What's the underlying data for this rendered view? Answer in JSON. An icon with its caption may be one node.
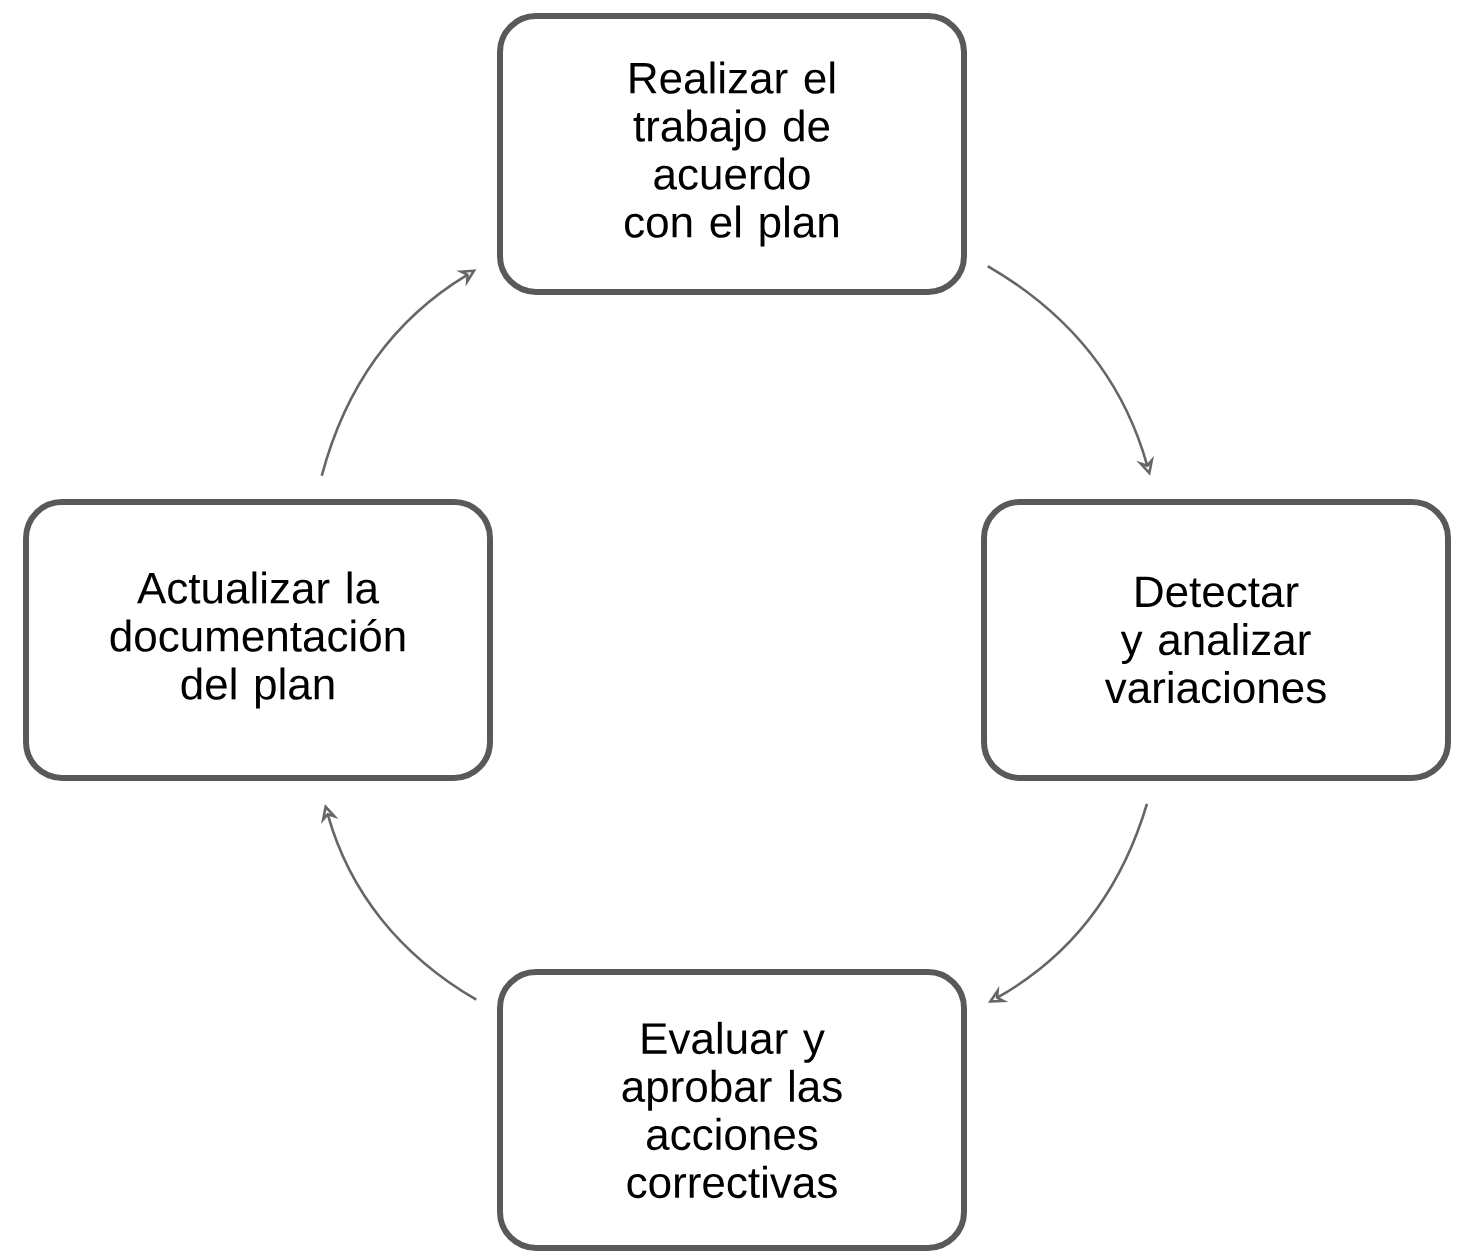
{
  "diagram": {
    "nodes": [
      {
        "text": [
          "Realizar el trabajo de acuerdo con el plan"
        ]
      },
      {
        "text": [
          "Detectar y analizar variaciones"
        ]
      },
      {
        "text": [
          "Evaluar y aprobar las acciones correctivas"
        ]
      },
      {
        "text": [
          "Actualizar la documentación del plan"
        ]
      }
    ],
    "edges": [
      {
        "from": 0,
        "to": 1,
        "arrow": "to"
      },
      {
        "from": 1,
        "to": 2,
        "arrow": "to"
      },
      {
        "from": 2,
        "to": 3,
        "arrow": "to"
      },
      {
        "from": 3,
        "to": 0,
        "arrow": "to"
      }
    ]
  }
}
